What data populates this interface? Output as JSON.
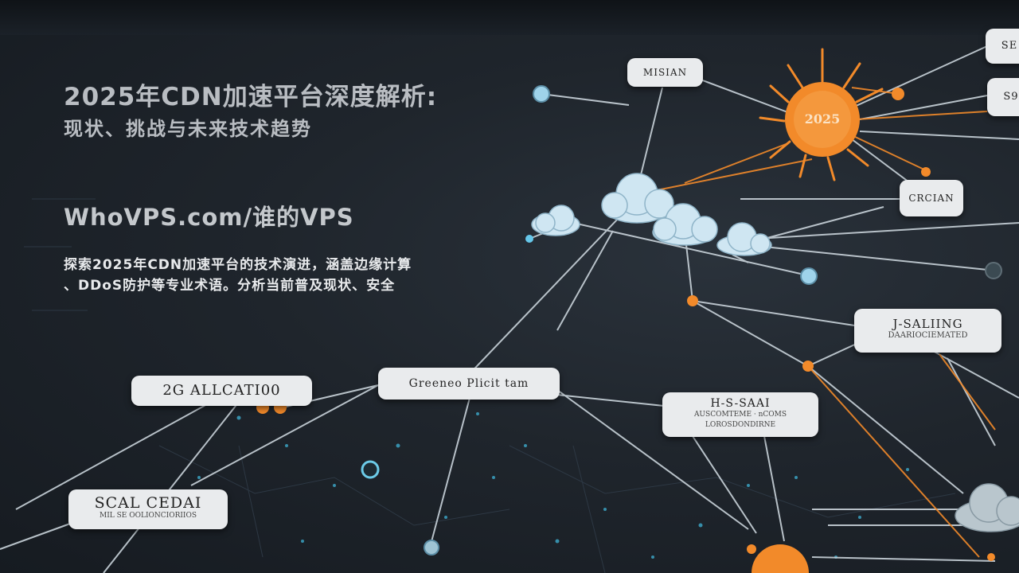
{
  "header": {
    "title_line1": "2025年CDN加速平台深度解析:",
    "title_line2": "现状、挑战与未来技术趋势"
  },
  "site": {
    "label": "WhoVPS.com/谁的VPS"
  },
  "description": {
    "line1": "探索2025年CDN加速平台的技术演进，涵盖边缘计算",
    "line2": "、DDoS防护等专业术语。分析当前普及现状、安全"
  },
  "illustration": {
    "sun_label": "2025",
    "cards": [
      {
        "line1": "2G ALLCATI00",
        "line2": ""
      },
      {
        "line1": "SCAL CEDAI",
        "line2": "MIL SE OOLIONCIORIIOS"
      },
      {
        "line1": "Greeneo Plicit tam",
        "line2": ""
      },
      {
        "line1": "H-S-SAAI",
        "line2": "AUSCOMTEME · nCOMS LOROSDONDIRNE"
      },
      {
        "line1": "J-SALIING",
        "line2": "DAARIOCIEMATED"
      },
      {
        "line1": "MISIAN",
        "line2": ""
      },
      {
        "line1": "CRCIAN",
        "line2": ""
      },
      {
        "line1": "SE",
        "line2": ""
      },
      {
        "line1": "S9",
        "line2": ""
      }
    ],
    "colors": {
      "accent": "#f28a2a",
      "node": "#9fd3ea",
      "card": "#e9ebed",
      "background": "#1f252c"
    }
  }
}
